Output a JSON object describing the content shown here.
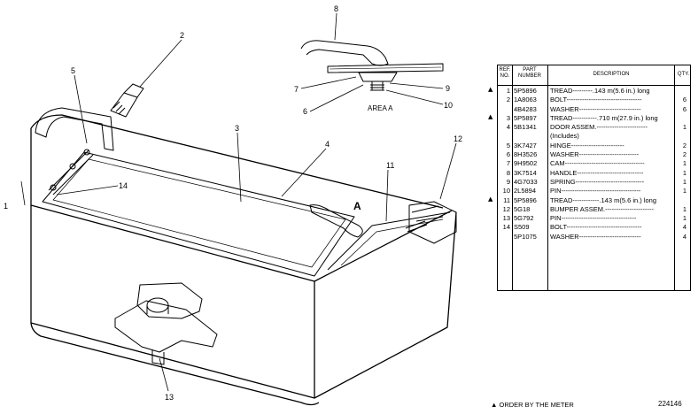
{
  "callouts": {
    "c1": "1",
    "c2": "2",
    "c3": "3",
    "c4": "4",
    "c5": "5",
    "c6": "6",
    "c7": "7",
    "c8": "8",
    "c9": "9",
    "c10": "10",
    "c11": "11",
    "c12": "12",
    "c13": "13",
    "c14": "14",
    "area_marker": "A",
    "area_label": "AREA A"
  },
  "table": {
    "headers": {
      "ref": "REF.\nNO.",
      "part": "PART\nNUMBER",
      "desc": "DESCRIPTION",
      "qty": "QTY."
    },
    "rows": [
      {
        "mark": "▲",
        "ref": "1",
        "part": "5P5896",
        "desc": "TREAD---------.143 m(5.6 in.) long",
        "qty": ""
      },
      {
        "mark": "",
        "ref": "2",
        "part": "1A8063",
        "desc": "BOLT----------------------------------",
        "qty": "6"
      },
      {
        "mark": "",
        "ref": "",
        "part": "4B4283",
        "desc": "WASHER----------------------------",
        "qty": "6"
      },
      {
        "mark": "▲",
        "ref": "3",
        "part": "5P5897",
        "desc": "TREAD-----------.710 m(27.9 in.) long",
        "qty": ""
      },
      {
        "mark": "",
        "ref": "4",
        "part": "5B1341",
        "desc": "DOOR ASSEM.-----------------------",
        "qty": "1"
      },
      {
        "mark": "",
        "ref": "",
        "part": "",
        "desc": "(Includes)",
        "qty": ""
      },
      {
        "mark": "",
        "ref": "5",
        "part": "3K7427",
        "desc": "HINGE------------------------",
        "qty": "2"
      },
      {
        "mark": "",
        "ref": "6",
        "part": "8H3526",
        "desc": "WASHER---------------------------",
        "qty": "2"
      },
      {
        "mark": "",
        "ref": "7",
        "part": "9H9502",
        "desc": "CAM------------------------------------",
        "qty": "1"
      },
      {
        "mark": "",
        "ref": "8",
        "part": "3K7514",
        "desc": "HANDLE------------------------------",
        "qty": "1"
      },
      {
        "mark": "",
        "ref": "9",
        "part": "4G7033",
        "desc": "SPRING-------------------------------",
        "qty": "1"
      },
      {
        "mark": "",
        "ref": "10",
        "part": "2L5894",
        "desc": "PIN------------------------------------",
        "qty": "1"
      },
      {
        "mark": "▲",
        "ref": "11",
        "part": "5P5896",
        "desc": "TREAD------------.143 m(5.6 in.) long",
        "qty": ""
      },
      {
        "mark": "",
        "ref": "12",
        "part": "5G18",
        "desc": "BUMPER ASSEM.----------------------",
        "qty": "1"
      },
      {
        "mark": "",
        "ref": "13",
        "part": "5G792",
        "desc": "PIN----------------------------------",
        "qty": "1"
      },
      {
        "mark": "",
        "ref": "14",
        "part": "S509",
        "desc": "BOLT----------------------------------",
        "qty": "4"
      },
      {
        "mark": "",
        "ref": "",
        "part": "5P1075",
        "desc": "WASHER----------------------------",
        "qty": "4"
      }
    ]
  },
  "footnote": "▲ ORDER BY THE METER",
  "drawing_number": "224146"
}
